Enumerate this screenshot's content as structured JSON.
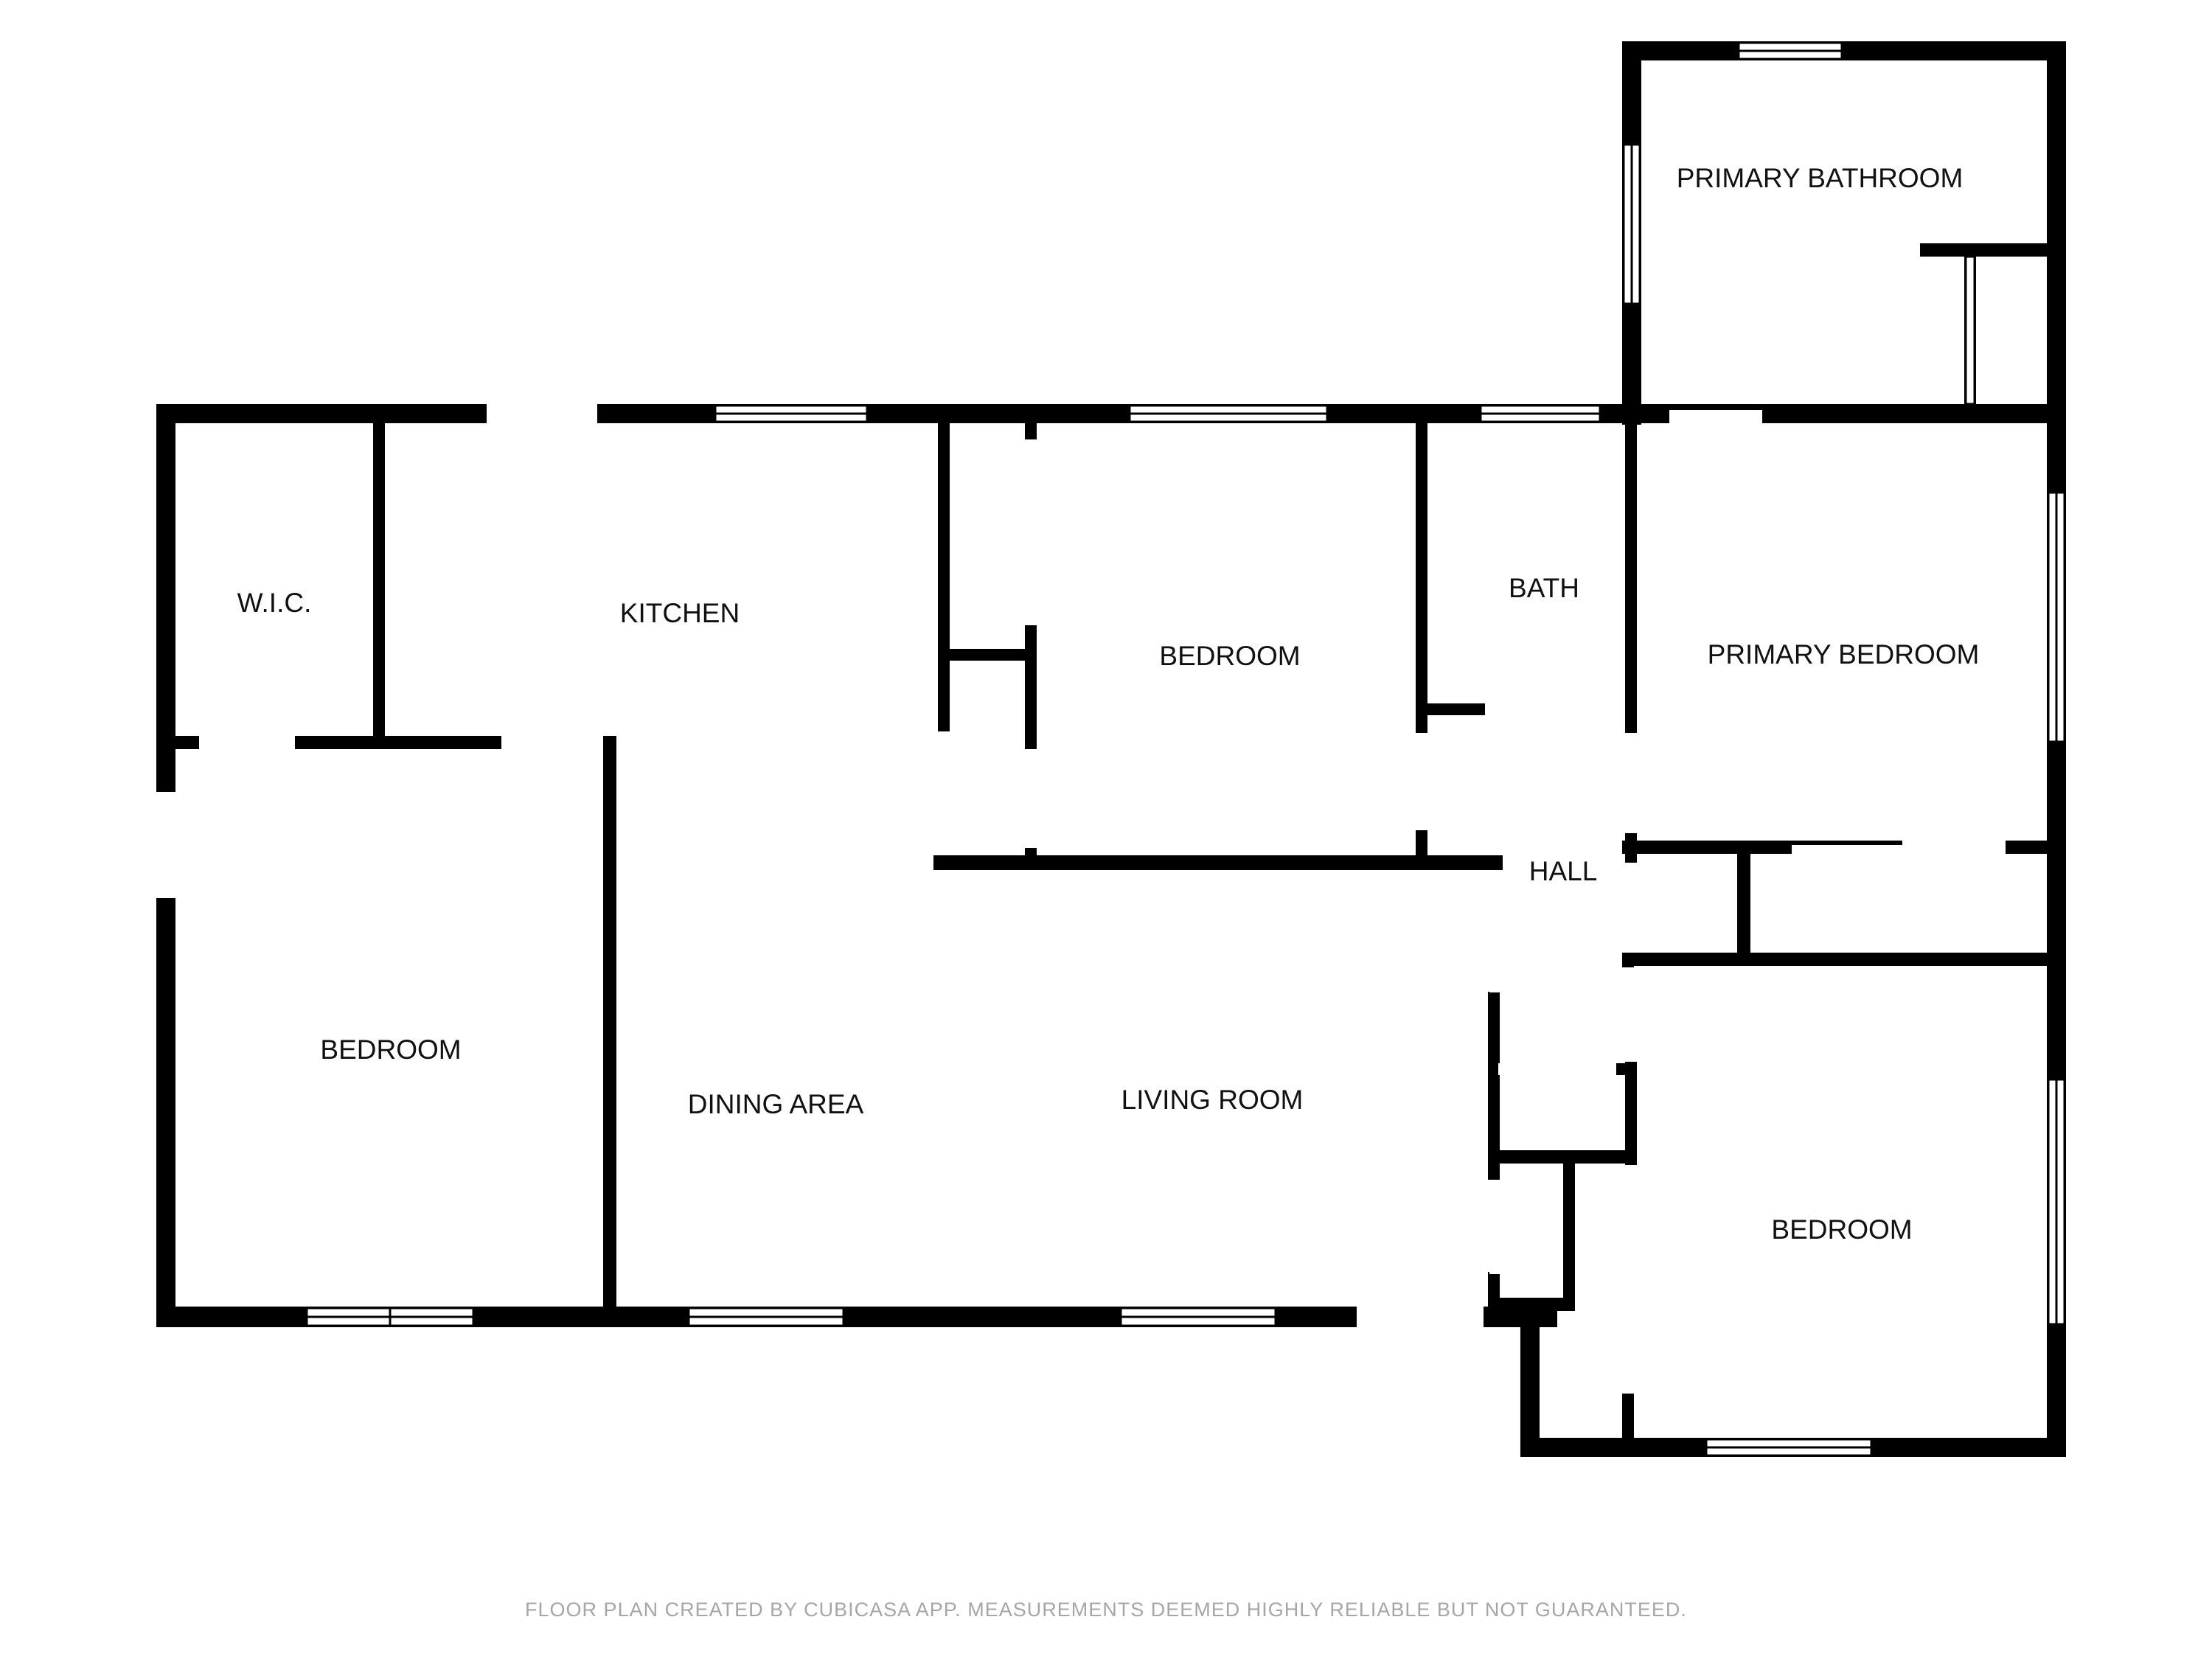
{
  "rooms": {
    "wic": "W.I.C.",
    "kitchen": "KITCHEN",
    "bedroom_center": "BEDROOM",
    "bath": "BATH",
    "primary_bathroom": "PRIMARY BATHROOM",
    "primary_bedroom": "PRIMARY BEDROOM",
    "hall": "HALL",
    "bedroom_left": "BEDROOM",
    "dining_area": "DINING AREA",
    "living_room": "LIVING ROOM",
    "bedroom_right": "BEDROOM"
  },
  "footer": {
    "disclaimer": "FLOOR PLAN CREATED BY CUBICASA APP. MEASUREMENTS DEEMED HIGHLY RELIABLE BUT NOT GUARANTEED."
  },
  "colors": {
    "wall": "#000000",
    "background": "#ffffff",
    "disclaimer_text": "#a6a6a6"
  }
}
